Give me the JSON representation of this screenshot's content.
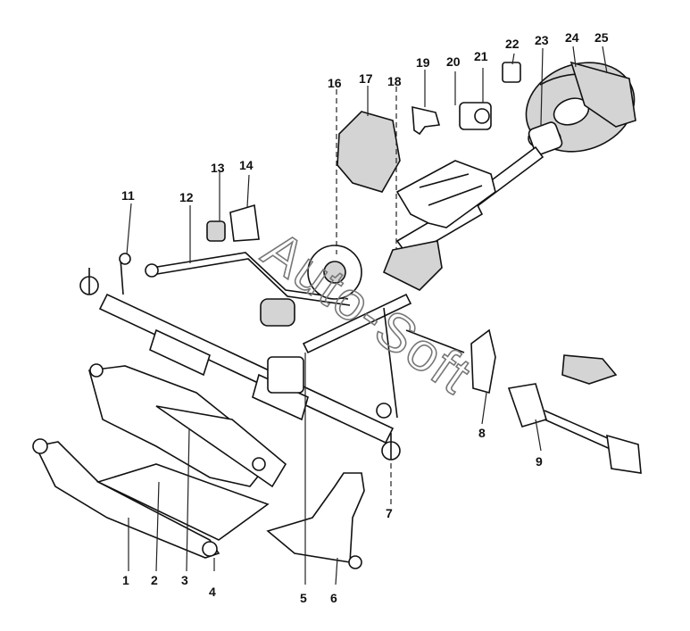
{
  "watermark": "Auto-Soft",
  "callouts": [
    "1",
    "2",
    "3",
    "4",
    "5",
    "6",
    "7",
    "8",
    "9",
    "11",
    "12",
    "13",
    "14",
    "16",
    "17",
    "18",
    "19",
    "20",
    "21",
    "22",
    "23",
    "24",
    "25"
  ]
}
